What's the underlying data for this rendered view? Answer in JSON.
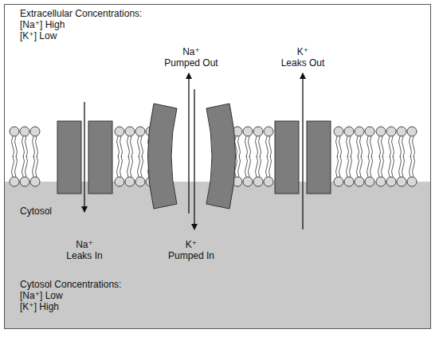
{
  "diagram": {
    "labels": [
      "Extracellular Concentrations:",
      "[Na⁺] High",
      "[K⁺] Low",
      "Na⁺",
      "Pumped Out",
      "K⁺",
      "Leaks Out",
      "Cytosol",
      "Na⁺",
      "Leaks In",
      "K⁺",
      "Pumped In",
      "Cytosol Concentrations:",
      "[Na⁺] Low",
      "[K⁺] High"
    ]
  }
}
